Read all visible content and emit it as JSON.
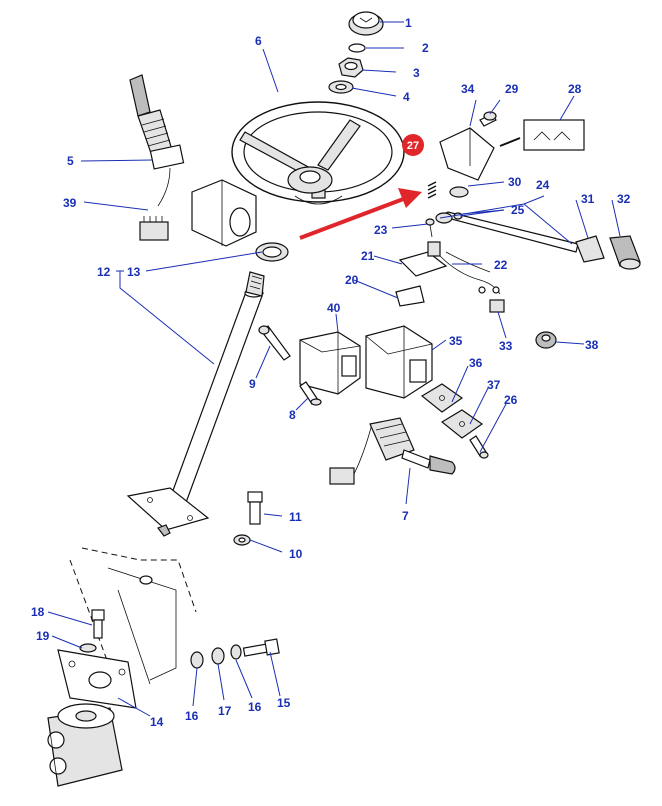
{
  "diagram": {
    "highlighted_part": "27",
    "highlight_color": "#e0262a",
    "label_color": "#1a2fb4",
    "labels": [
      {
        "id": "1",
        "text": "1"
      },
      {
        "id": "2",
        "text": "2"
      },
      {
        "id": "3",
        "text": "3"
      },
      {
        "id": "4",
        "text": "4"
      },
      {
        "id": "5",
        "text": "5"
      },
      {
        "id": "6",
        "text": "6"
      },
      {
        "id": "7",
        "text": "7"
      },
      {
        "id": "8",
        "text": "8"
      },
      {
        "id": "9",
        "text": "9"
      },
      {
        "id": "10",
        "text": "10"
      },
      {
        "id": "11",
        "text": "11"
      },
      {
        "id": "12",
        "text": "12"
      },
      {
        "id": "13",
        "text": "13"
      },
      {
        "id": "14",
        "text": "14"
      },
      {
        "id": "15",
        "text": "15"
      },
      {
        "id": "16a",
        "text": "16"
      },
      {
        "id": "16b",
        "text": "16"
      },
      {
        "id": "17",
        "text": "17"
      },
      {
        "id": "18",
        "text": "18"
      },
      {
        "id": "19",
        "text": "19"
      },
      {
        "id": "20",
        "text": "20"
      },
      {
        "id": "21",
        "text": "21"
      },
      {
        "id": "22",
        "text": "22"
      },
      {
        "id": "23",
        "text": "23"
      },
      {
        "id": "24",
        "text": "24"
      },
      {
        "id": "25",
        "text": "25"
      },
      {
        "id": "26",
        "text": "26"
      },
      {
        "id": "28",
        "text": "28"
      },
      {
        "id": "29",
        "text": "29"
      },
      {
        "id": "30",
        "text": "30"
      },
      {
        "id": "31",
        "text": "31"
      },
      {
        "id": "32",
        "text": "32"
      },
      {
        "id": "33",
        "text": "33"
      },
      {
        "id": "34",
        "text": "34"
      },
      {
        "id": "35",
        "text": "35"
      },
      {
        "id": "36",
        "text": "36"
      },
      {
        "id": "37",
        "text": "37"
      },
      {
        "id": "38",
        "text": "38"
      },
      {
        "id": "39",
        "text": "39"
      },
      {
        "id": "40",
        "text": "40"
      }
    ],
    "badge_text": "27"
  }
}
